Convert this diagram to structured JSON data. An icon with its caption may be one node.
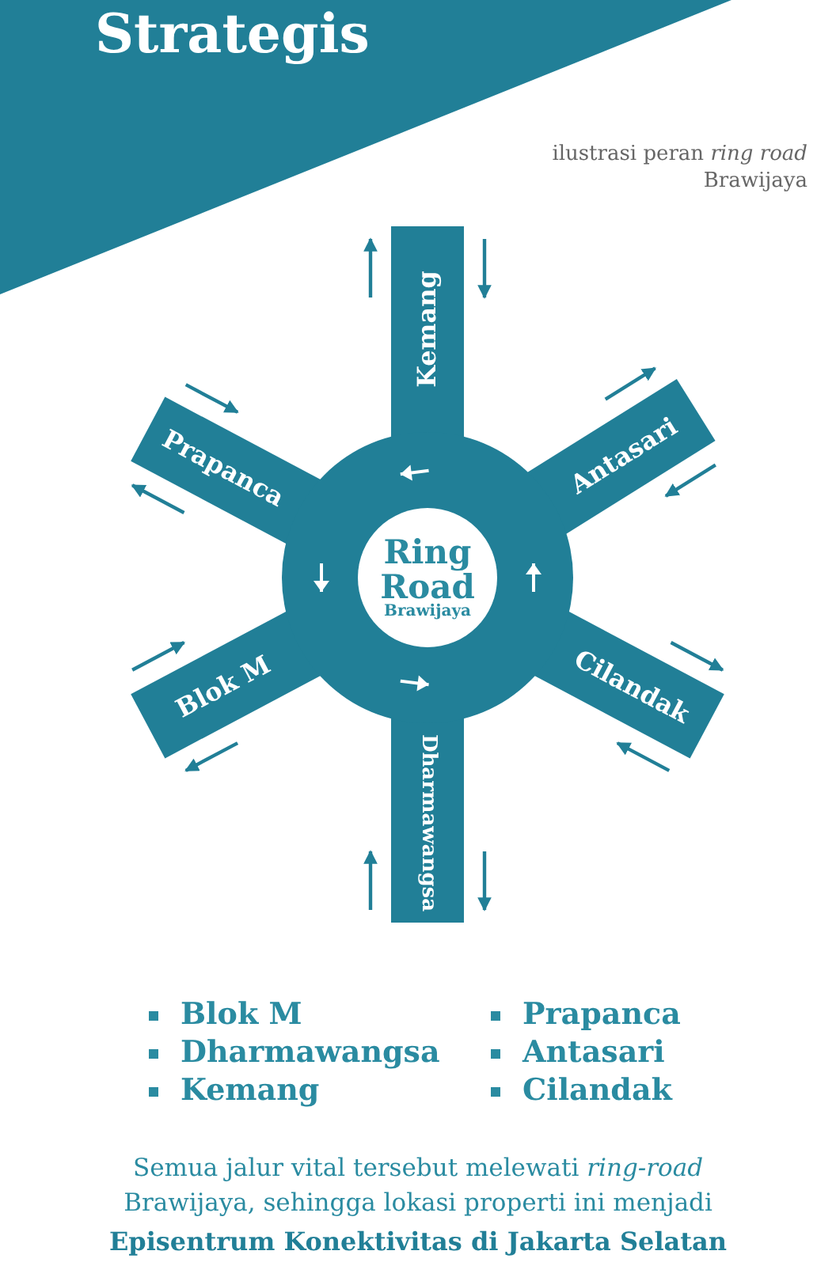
{
  "diagram": {
    "title": "Strategis",
    "nodes": [
      {
        "text": [
          "Kemang"
        ]
      },
      {
        "text": [
          "Prapanca"
        ]
      },
      {
        "text": [
          "Antasari"
        ]
      },
      {
        "text": [
          "Ring Road",
          "Brawijaya"
        ]
      },
      {
        "text": [
          "Cilandak"
        ]
      },
      {
        "text": [
          "Blok M"
        ]
      },
      {
        "text": [
          "Dharmawangsa"
        ]
      }
    ],
    "labels": [
      "ilustrasi peran *ring road* Brawijaya",
      "Blok M",
      "Prapanca",
      "Dharmawangsa",
      "Antasari",
      "Kemang",
      "Cilandak",
      "Semua jalur vital tersebut melewati *ring-road* Brawijaya, sehingga lokasi properti ini menjadi",
      "Episentrum Konektivitas di Jakarta Selatan"
    ]
  }
}
